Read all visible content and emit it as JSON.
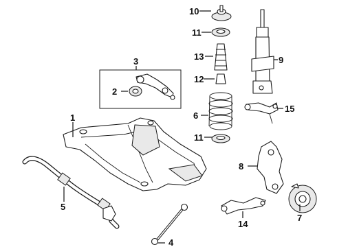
{
  "callouts": {
    "c1": "1",
    "c2": "2",
    "c3": "3",
    "c4": "4",
    "c5": "5",
    "c6": "6",
    "c7": "7",
    "c8": "8",
    "c9": "9",
    "c10": "10",
    "c11a": "11",
    "c11b": "11",
    "c12": "12",
    "c13": "13",
    "c14": "14",
    "c15": "15"
  },
  "colors": {
    "line": "#1a1a1a",
    "text": "#111111",
    "background": "#ffffff"
  }
}
